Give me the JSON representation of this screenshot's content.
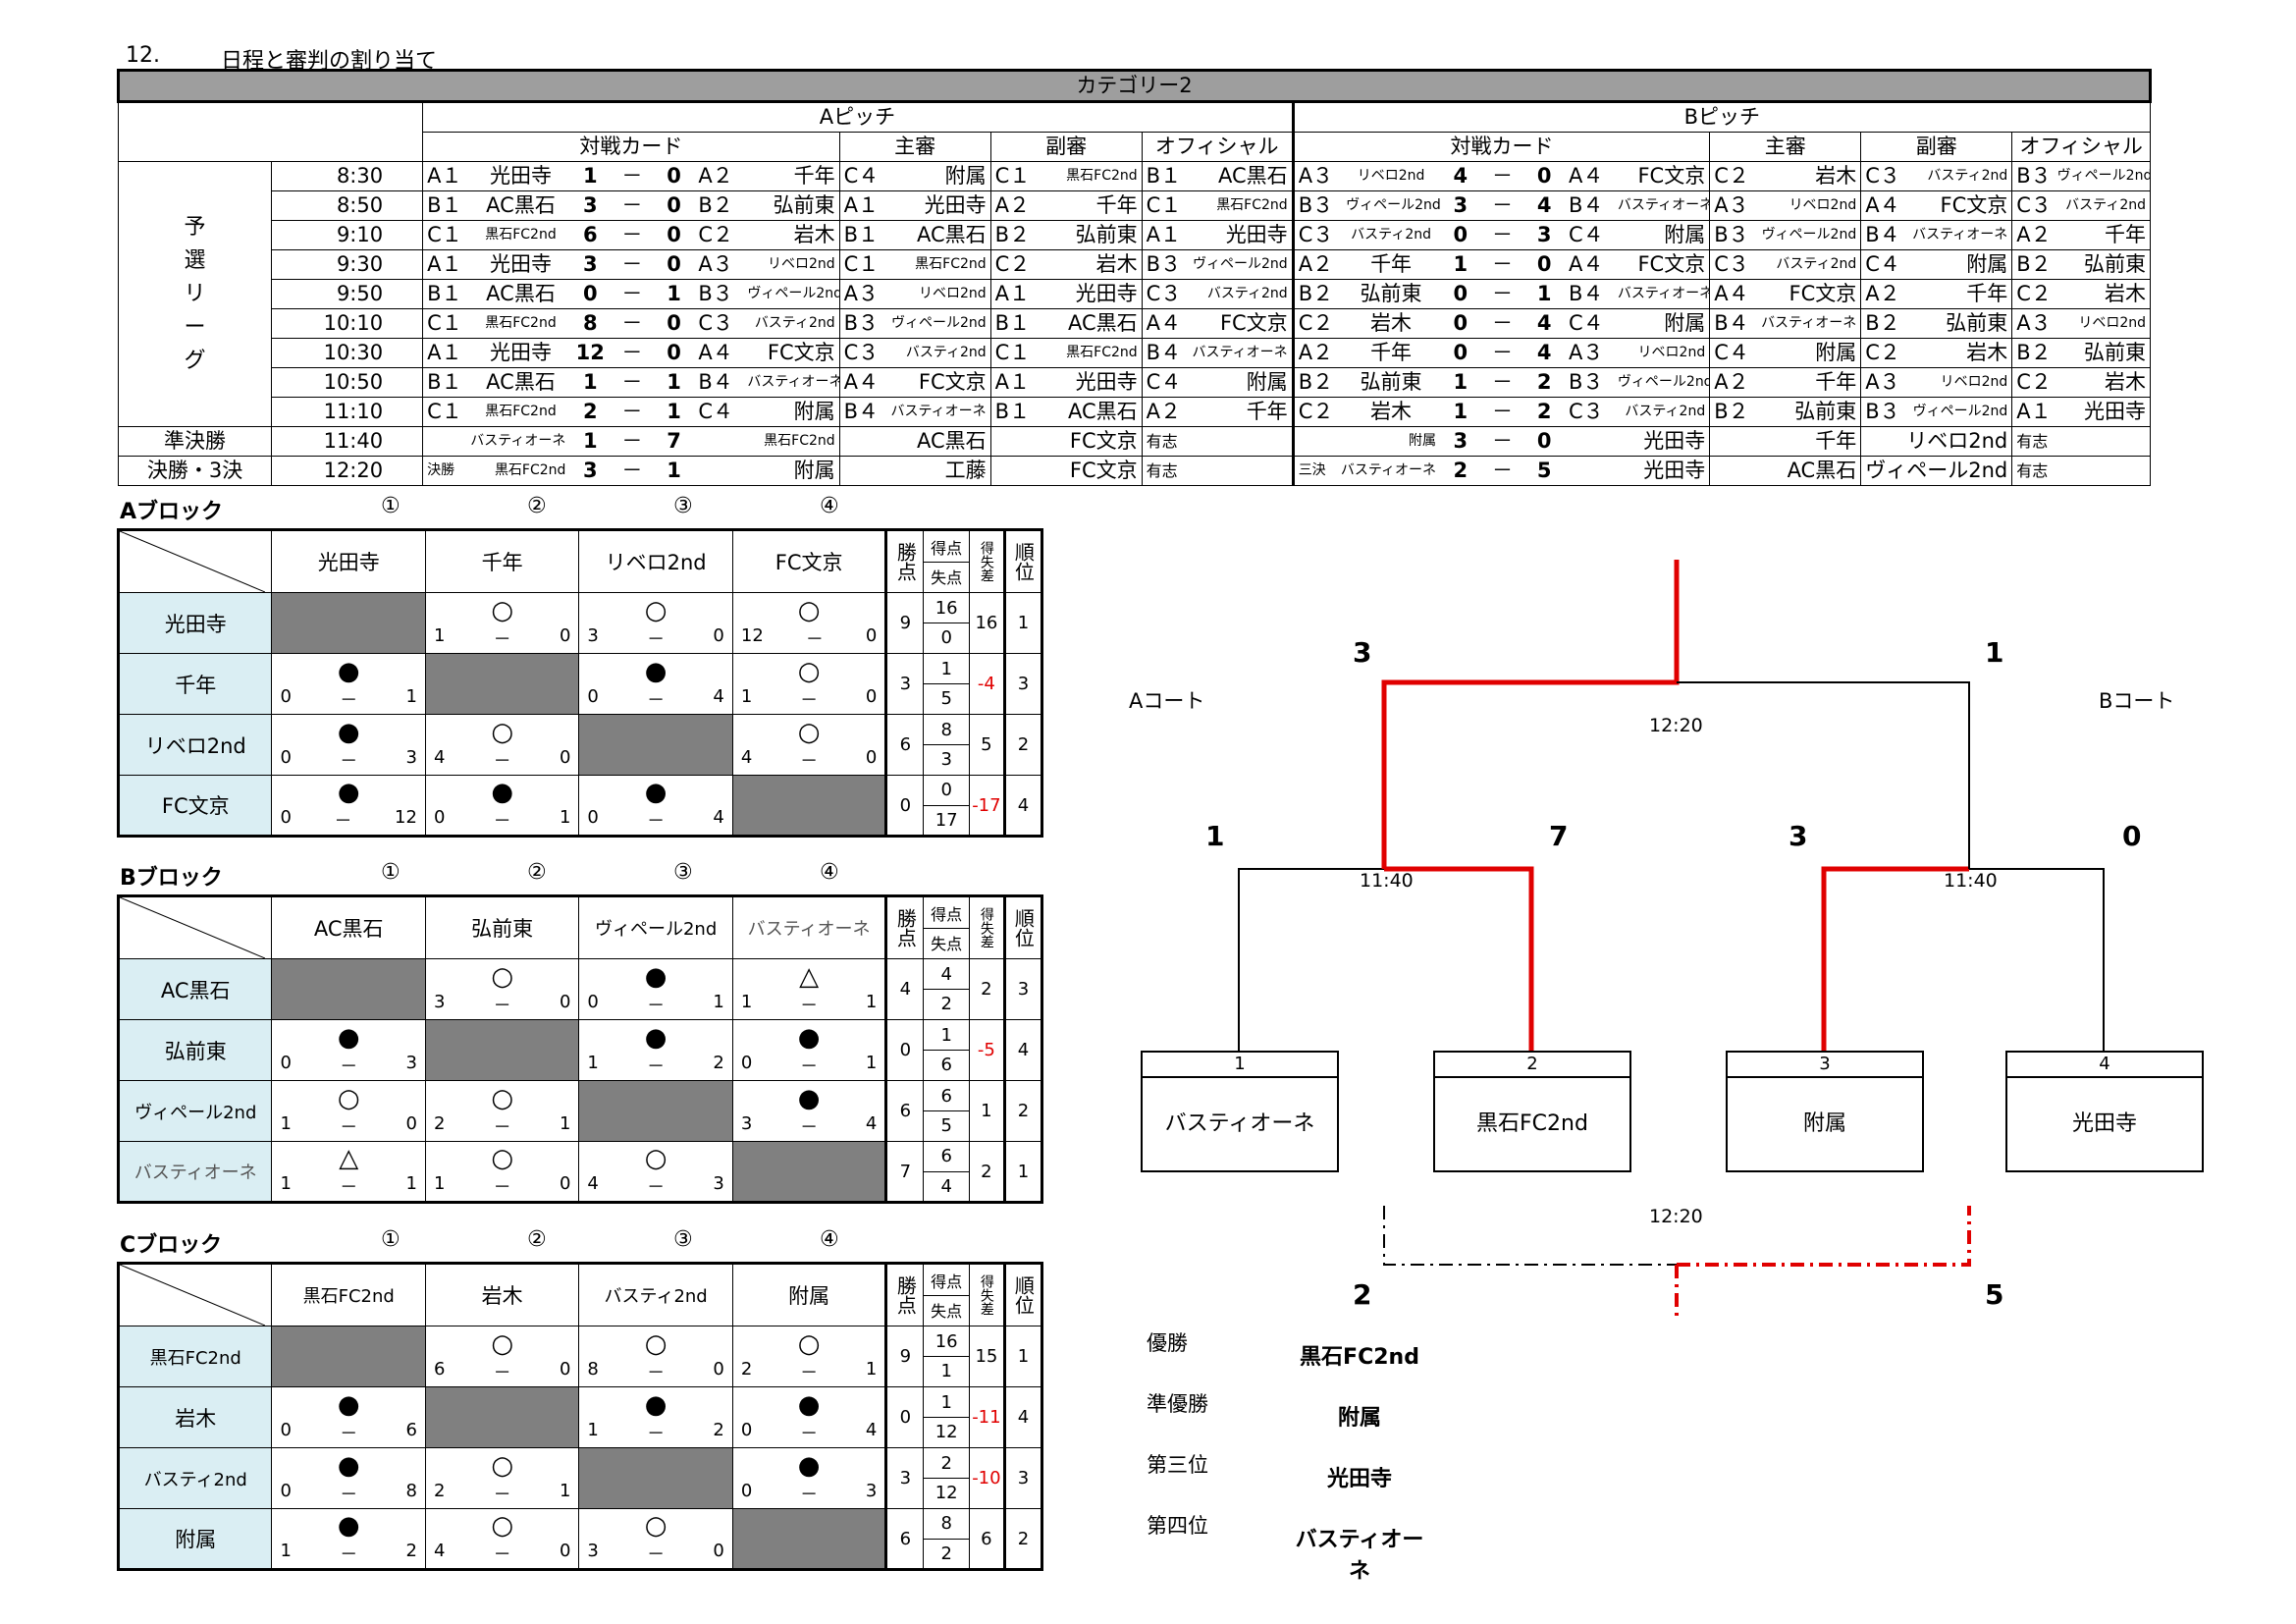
{
  "heading": {
    "num": "12.",
    "title": "日程と審判の割り当て"
  },
  "category": "カテゴリー2",
  "pitchA": "Aピッチ",
  "pitchB": "Bピッチ",
  "col_headers": {
    "card": "対戦カード",
    "ref": "主審",
    "asst": "副審",
    "official": "オフィシャル"
  },
  "stage_prelim": "予選リーグ",
  "stage_semi": "準決勝",
  "stage_final": "決勝・3決",
  "rows": [
    {
      "time": "8:30",
      "a": {
        "h": "A１",
        "ht": "光田寺",
        "hs": "1",
        "as": "0",
        "a": "A２",
        "at": "千年",
        "r": "C４",
        "rt": "附属",
        "s": "C１",
        "st": "黒石FC2nd",
        "o": "B１",
        "ot": "AC黒石"
      },
      "b": {
        "h": "A３",
        "ht": "リベロ2nd",
        "hs": "4",
        "as": "0",
        "a": "A４",
        "at": "FC文京",
        "r": "C２",
        "rt": "岩木",
        "s": "C３",
        "st": "バスティ2nd",
        "o": "B３",
        "ot": "ヴィペール2nd"
      }
    },
    {
      "time": "8:50",
      "a": {
        "h": "B１",
        "ht": "AC黒石",
        "hs": "3",
        "as": "0",
        "a": "B２",
        "at": "弘前東",
        "r": "A１",
        "rt": "光田寺",
        "s": "A２",
        "st": "千年",
        "o": "C１",
        "ot": "黒石FC2nd"
      },
      "b": {
        "h": "B３",
        "ht": "ヴィペール2nd",
        "hs": "3",
        "as": "4",
        "a": "B４",
        "at": "バスティオーネ",
        "r": "A３",
        "rt": "リベロ2nd",
        "s": "A４",
        "st": "FC文京",
        "o": "C３",
        "ot": "バスティ2nd"
      }
    },
    {
      "time": "9:10",
      "a": {
        "h": "C１",
        "ht": "黒石FC2nd",
        "hs": "6",
        "as": "0",
        "a": "C２",
        "at": "岩木",
        "r": "B１",
        "rt": "AC黒石",
        "s": "B２",
        "st": "弘前東",
        "o": "A１",
        "ot": "光田寺"
      },
      "b": {
        "h": "C３",
        "ht": "バスティ2nd",
        "hs": "0",
        "as": "3",
        "a": "C４",
        "at": "附属",
        "r": "B３",
        "rt": "ヴィペール2nd",
        "s": "B４",
        "st": "バスティオーネ",
        "o": "A２",
        "ot": "千年"
      }
    },
    {
      "time": "9:30",
      "a": {
        "h": "A１",
        "ht": "光田寺",
        "hs": "3",
        "as": "0",
        "a": "A３",
        "at": "リベロ2nd",
        "r": "C１",
        "rt": "黒石FC2nd",
        "s": "C２",
        "st": "岩木",
        "o": "B３",
        "ot": "ヴィペール2nd"
      },
      "b": {
        "h": "A２",
        "ht": "千年",
        "hs": "1",
        "as": "0",
        "a": "A４",
        "at": "FC文京",
        "r": "C３",
        "rt": "バスティ2nd",
        "s": "C４",
        "st": "附属",
        "o": "B２",
        "ot": "弘前東"
      }
    },
    {
      "time": "9:50",
      "a": {
        "h": "B１",
        "ht": "AC黒石",
        "hs": "0",
        "as": "1",
        "a": "B３",
        "at": "ヴィペール2nd",
        "r": "A３",
        "rt": "リベロ2nd",
        "s": "A１",
        "st": "光田寺",
        "o": "C３",
        "ot": "バスティ2nd"
      },
      "b": {
        "h": "B２",
        "ht": "弘前東",
        "hs": "0",
        "as": "1",
        "a": "B４",
        "at": "バスティオーネ",
        "r": "A４",
        "rt": "FC文京",
        "s": "A２",
        "st": "千年",
        "o": "C２",
        "ot": "岩木"
      }
    },
    {
      "time": "10:10",
      "a": {
        "h": "C１",
        "ht": "黒石FC2nd",
        "hs": "8",
        "as": "0",
        "a": "C３",
        "at": "バスティ2nd",
        "r": "B３",
        "rt": "ヴィペール2nd",
        "s": "B１",
        "st": "AC黒石",
        "o": "A４",
        "ot": "FC文京"
      },
      "b": {
        "h": "C２",
        "ht": "岩木",
        "hs": "0",
        "as": "4",
        "a": "C４",
        "at": "附属",
        "r": "B４",
        "rt": "バスティオーネ",
        "s": "B２",
        "st": "弘前東",
        "o": "A３",
        "ot": "リベロ2nd"
      }
    },
    {
      "time": "10:30",
      "a": {
        "h": "A１",
        "ht": "光田寺",
        "hs": "12",
        "as": "0",
        "a": "A４",
        "at": "FC文京",
        "r": "C３",
        "rt": "バスティ2nd",
        "s": "C１",
        "st": "黒石FC2nd",
        "o": "B４",
        "ot": "バスティオーネ"
      },
      "b": {
        "h": "A２",
        "ht": "千年",
        "hs": "0",
        "as": "4",
        "a": "A３",
        "at": "リベロ2nd",
        "r": "C４",
        "rt": "附属",
        "s": "C２",
        "st": "岩木",
        "o": "B２",
        "ot": "弘前東"
      }
    },
    {
      "time": "10:50",
      "a": {
        "h": "B１",
        "ht": "AC黒石",
        "hs": "1",
        "as": "1",
        "a": "B４",
        "at": "バスティオーネ",
        "r": "A４",
        "rt": "FC文京",
        "s": "A１",
        "st": "光田寺",
        "o": "C４",
        "ot": "附属"
      },
      "b": {
        "h": "B２",
        "ht": "弘前東",
        "hs": "1",
        "as": "2",
        "a": "B３",
        "at": "ヴィペール2nd",
        "r": "A２",
        "rt": "千年",
        "s": "A３",
        "st": "リベロ2nd",
        "o": "C２",
        "ot": "岩木"
      }
    },
    {
      "time": "11:10",
      "a": {
        "h": "C１",
        "ht": "黒石FC2nd",
        "hs": "2",
        "as": "1",
        "a": "C４",
        "at": "附属",
        "r": "B４",
        "rt": "バスティオーネ",
        "s": "B１",
        "st": "AC黒石",
        "o": "A２",
        "ot": "千年"
      },
      "b": {
        "h": "C２",
        "ht": "岩木",
        "hs": "1",
        "as": "2",
        "a": "C３",
        "at": "バスティ2nd",
        "r": "B２",
        "rt": "弘前東",
        "s": "B３",
        "st": "ヴィペール2nd",
        "o": "A１",
        "ot": "光田寺"
      }
    }
  ],
  "semi": {
    "time": "11:40",
    "a": {
      "ht": "バスティオーネ",
      "hs": "1",
      "as": "7",
      "at": "黒石FC2nd",
      "rt": "AC黒石",
      "st": "FC文京",
      "ot": "有志"
    },
    "b": {
      "ht": "附属",
      "hs": "3",
      "as": "0",
      "at": "光田寺",
      "rt": "千年",
      "st": "リベロ2nd",
      "ot": "有志"
    }
  },
  "final": {
    "time": "12:20",
    "a": {
      "pre": "決勝",
      "ht": "黒石FC2nd",
      "hs": "3",
      "as": "1",
      "at": "附属",
      "rt": "工藤",
      "st": "FC文京",
      "ot": "有志"
    },
    "b": {
      "pre": "三決",
      "ht": "バスティオーネ",
      "hs": "2",
      "as": "5",
      "at": "光田寺",
      "rt": "AC黒石",
      "st": "ヴィペール2nd",
      "ot": "有志"
    }
  },
  "stats_headers": {
    "pts": "勝点",
    "gf": "得点",
    "ga": "失点",
    "gd": "得失差",
    "rank": "順位"
  },
  "circled": [
    "①",
    "②",
    "③",
    "④"
  ],
  "blocks": [
    {
      "title": "Aブロック",
      "teams": [
        "光田寺",
        "千年",
        "リベロ2nd",
        "FC文京"
      ],
      "cells": [
        [
          null,
          {
            "m": "○",
            "l": "1",
            "r": "0"
          },
          {
            "m": "○",
            "l": "3",
            "r": "0"
          },
          {
            "m": "○",
            "l": "12",
            "r": "0"
          }
        ],
        [
          {
            "m": "●",
            "l": "0",
            "r": "1"
          },
          null,
          {
            "m": "●",
            "l": "0",
            "r": "4"
          },
          {
            "m": "○",
            "l": "1",
            "r": "0"
          }
        ],
        [
          {
            "m": "●",
            "l": "0",
            "r": "3"
          },
          {
            "m": "○",
            "l": "4",
            "r": "0"
          },
          null,
          {
            "m": "○",
            "l": "4",
            "r": "0"
          }
        ],
        [
          {
            "m": "●",
            "l": "0",
            "r": "12"
          },
          {
            "m": "●",
            "l": "0",
            "r": "1"
          },
          {
            "m": "●",
            "l": "0",
            "r": "4"
          },
          null
        ]
      ],
      "stats": [
        [
          "9",
          "16",
          "0",
          "16",
          "1"
        ],
        [
          "3",
          "1",
          "5",
          "-4",
          "3"
        ],
        [
          "6",
          "8",
          "3",
          "5",
          "2"
        ],
        [
          "0",
          "0",
          "17",
          "-17",
          "4"
        ]
      ]
    },
    {
      "title": "Bブロック",
      "teams": [
        "AC黒石",
        "弘前東",
        "ヴィペール2nd",
        "バスティオーネ"
      ],
      "cells": [
        [
          null,
          {
            "m": "○",
            "l": "3",
            "r": "0"
          },
          {
            "m": "●",
            "l": "0",
            "r": "1"
          },
          {
            "m": "△",
            "l": "1",
            "r": "1"
          }
        ],
        [
          {
            "m": "●",
            "l": "0",
            "r": "3"
          },
          null,
          {
            "m": "●",
            "l": "1",
            "r": "2"
          },
          {
            "m": "●",
            "l": "0",
            "r": "1"
          }
        ],
        [
          {
            "m": "○",
            "l": "1",
            "r": "0"
          },
          {
            "m": "○",
            "l": "2",
            "r": "1"
          },
          null,
          {
            "m": "●",
            "l": "3",
            "r": "4"
          }
        ],
        [
          {
            "m": "△",
            "l": "1",
            "r": "1"
          },
          {
            "m": "○",
            "l": "1",
            "r": "0"
          },
          {
            "m": "○",
            "l": "4",
            "r": "3"
          },
          null
        ]
      ],
      "stats": [
        [
          "4",
          "4",
          "2",
          "2",
          "3"
        ],
        [
          "0",
          "1",
          "6",
          "-5",
          "4"
        ],
        [
          "6",
          "6",
          "5",
          "1",
          "2"
        ],
        [
          "7",
          "6",
          "4",
          "2",
          "1"
        ]
      ]
    },
    {
      "title": "Cブロック",
      "teams": [
        "黒石FC2nd",
        "岩木",
        "バスティ2nd",
        "附属"
      ],
      "cells": [
        [
          null,
          {
            "m": "○",
            "l": "6",
            "r": "0"
          },
          {
            "m": "○",
            "l": "8",
            "r": "0"
          },
          {
            "m": "○",
            "l": "2",
            "r": "1"
          }
        ],
        [
          {
            "m": "●",
            "l": "0",
            "r": "6"
          },
          null,
          {
            "m": "●",
            "l": "1",
            "r": "2"
          },
          {
            "m": "●",
            "l": "0",
            "r": "4"
          }
        ],
        [
          {
            "m": "●",
            "l": "0",
            "r": "8"
          },
          {
            "m": "○",
            "l": "2",
            "r": "1"
          },
          null,
          {
            "m": "●",
            "l": "0",
            "r": "3"
          }
        ],
        [
          {
            "m": "●",
            "l": "1",
            "r": "2"
          },
          {
            "m": "○",
            "l": "4",
            "r": "0"
          },
          {
            "m": "○",
            "l": "3",
            "r": "0"
          },
          null
        ]
      ],
      "stats": [
        [
          "9",
          "16",
          "1",
          "15",
          "1"
        ],
        [
          "0",
          "1",
          "12",
          "-11",
          "4"
        ],
        [
          "3",
          "2",
          "12",
          "-10",
          "3"
        ],
        [
          "6",
          "8",
          "2",
          "6",
          "2"
        ]
      ]
    }
  ],
  "bracket": {
    "court_a": "Aコート",
    "court_b": "Bコート",
    "final_time": "12:20",
    "semi_time": "11:40",
    "third_time": "12:20",
    "final_left": "3",
    "final_right": "1",
    "semi1_left": "1",
    "semi1_right": "7",
    "semi2_left": "3",
    "semi2_right": "0",
    "third_left": "2",
    "third_right": "5",
    "seeds": [
      {
        "n": "1",
        "team": "バスティオーネ"
      },
      {
        "n": "2",
        "team": "黒石FC2nd"
      },
      {
        "n": "3",
        "team": "附属"
      },
      {
        "n": "4",
        "team": "光田寺"
      }
    ],
    "win_color": "#e00000"
  },
  "ranking": [
    {
      "label": "優勝",
      "team": "黒石FC2nd"
    },
    {
      "label": "準優勝",
      "team": "附属"
    },
    {
      "label": "第三位",
      "team": "光田寺"
    },
    {
      "label": "第四位",
      "team": "バスティオーネ"
    }
  ]
}
